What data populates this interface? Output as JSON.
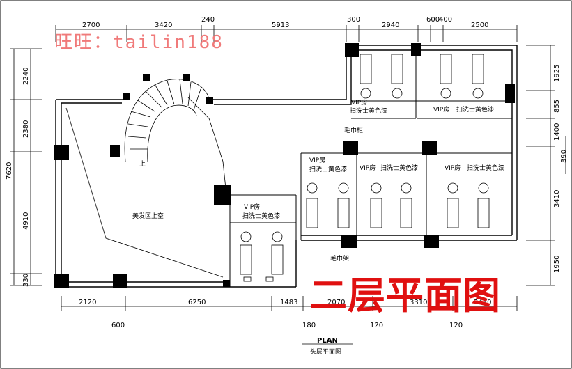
{
  "watermark": "旺旺：tailin188",
  "title_large": "二层平面图",
  "plan_label": "PLAN",
  "plan_sublabel": "头层平面图",
  "dims_top": [
    "2700",
    "3420",
    "240",
    "5913",
    "300",
    "2940",
    "600",
    "400",
    "2500"
  ],
  "dims_bottom": [
    "2120",
    "6250",
    "1483",
    "2070",
    "3310",
    "2410"
  ],
  "dims_bottom_extra": [
    "600",
    "180",
    "120",
    "120"
  ],
  "dims_left": [
    "2240",
    "2380",
    "4910",
    "330"
  ],
  "dims_left_total": "7620",
  "dims_right": [
    "1925",
    "855",
    "1400",
    "3410",
    "1950"
  ],
  "dims_right_extra": "390",
  "rooms": {
    "vip_label": "VIP房",
    "vip_desc": "扫洗士黄色漆",
    "towel_cabinet": "毛巾柜",
    "towel_rack": "毛巾架",
    "hair_area": "美发区上空",
    "stair_up": "上"
  },
  "colors": {
    "line": "#000000",
    "watermark": "#f07a7a",
    "title": "#e01010"
  }
}
